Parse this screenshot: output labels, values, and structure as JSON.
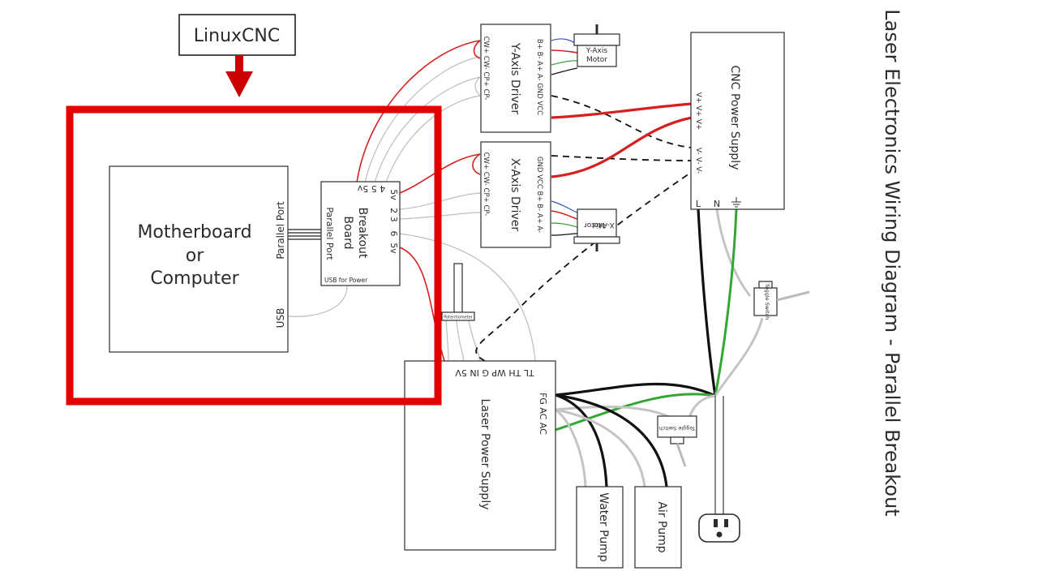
{
  "diagram": {
    "title": "Laser Electronics Wiring Diagram - Parallel Breakout",
    "callout": "LinuxCNC",
    "motherboard": {
      "line1": "Motherboard",
      "line2": "or",
      "line3": "Computer",
      "parallel_port": "Parallel Port",
      "usb": "USB"
    },
    "breakout": {
      "line1": "Breakout",
      "line2": "Board",
      "parallel_port": "Parallel Port",
      "usb_power": "USB for Power",
      "top_pins": "4 5 5v",
      "pins_5v_a": "5v",
      "pins_23": "2 3",
      "pins_6": "6",
      "pins_5v_b": "5v"
    },
    "y_driver": {
      "label": "Y-Axis Driver",
      "left_pins": "CW+ CW- CP+ CP-",
      "right_pins": "B+ B- A+ A- GND VCC"
    },
    "x_driver": {
      "label": "X-Axis Driver",
      "left_pins": "CW+ CW- CP+ CP-",
      "right_pins": "GND VCC B+ B- A+ A-"
    },
    "y_motor": {
      "line1": "Y-Axis",
      "line2": "Motor"
    },
    "x_motor": {
      "line1": "X-Axis",
      "line2": "Motor"
    },
    "cnc_psu": {
      "label": "CNC Power Supply",
      "vplus": "V+ V+ V+",
      "vminus": "V- V- V-",
      "l": "L",
      "n": "N"
    },
    "laser_psu": {
      "label": "Laser Power Supply",
      "top_pins": "TL TH WP G IN 5V",
      "side_pins": "FG AC AC"
    },
    "potentiometer": "Potentiometer",
    "toggle_switch": "Toggle Switch",
    "water_pump": "Water Pump",
    "air_pump": "Air Pump",
    "colors": {
      "highlight": "#e30000",
      "callout_arrow": "#cc0000",
      "wire_red": "#d62020",
      "wire_green": "#33a633",
      "wire_black": "#111111",
      "wire_gray": "#bdbdbd"
    }
  }
}
